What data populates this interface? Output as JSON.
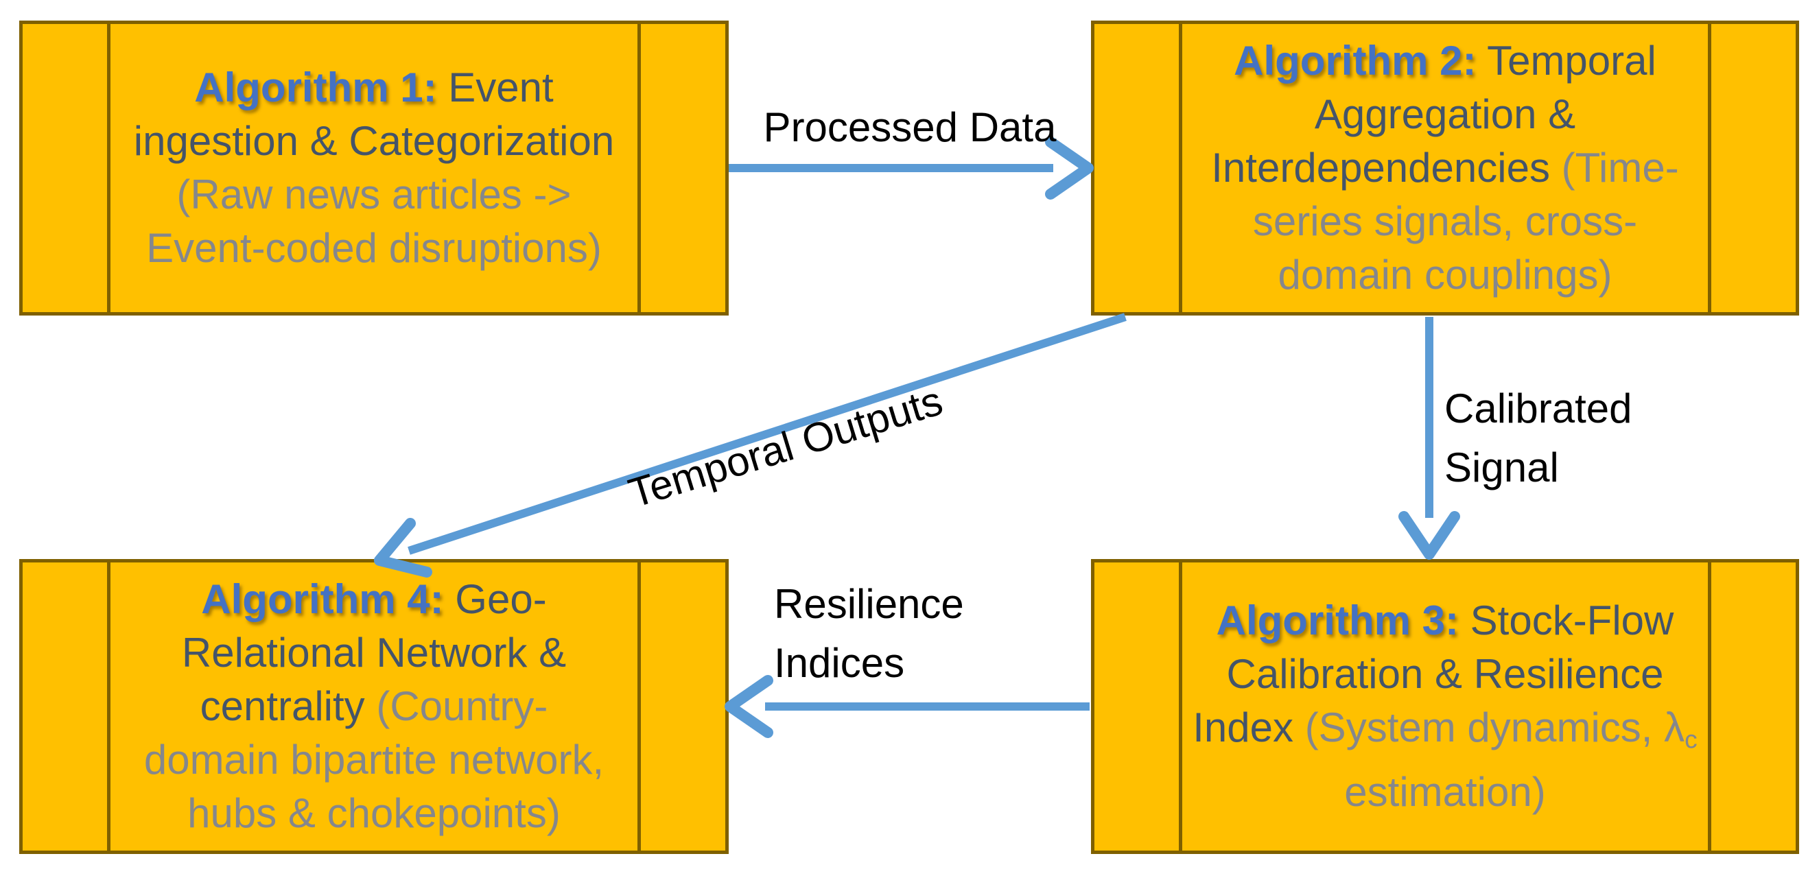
{
  "diagram": {
    "boxes": {
      "box1": {
        "title": "Algorithm 1:",
        "title_rest": " Event",
        "line2": "ingestion & Categorization",
        "line3": "(Raw news articles ->",
        "line4": "Event-coded disruptions)"
      },
      "box2": {
        "title": "Algorithm 2:",
        "title_rest": " Temporal",
        "line2": "Aggregation &",
        "line3_dark": "Interdependencies ",
        "line3_gray": "(Time-",
        "line4": "series signals, cross-",
        "line5": "domain couplings)"
      },
      "box3": {
        "title": "Algorithm 3:",
        "title_rest": " Stock-Flow",
        "line2": "Calibration & Resilience",
        "line3_dark": "Index ",
        "line3_gray": "(System dynamics, λ",
        "line3_sub": "c",
        "line4": "estimation)"
      },
      "box4": {
        "title": "Algorithm 4:",
        "title_rest": " Geo-",
        "line2": "Relational Network &",
        "line3_dark": "centrality ",
        "line3_gray": "(Country-",
        "line4": "domain bipartite network,",
        "line5": "hubs & chokepoints)"
      }
    },
    "arrows": {
      "processed_data": "Processed Data",
      "temporal_outputs": "Temporal Outputs",
      "calibrated_line1": "Calibrated",
      "calibrated_line2": "Signal",
      "resilience_line1": "Resilience",
      "resilience_line2": "Indices"
    },
    "colors": {
      "box_fill": "#FFC000",
      "box_border": "#7F6000",
      "algorithm_blue": "#4472C4",
      "body_dark": "#44546A",
      "body_gray": "#85878C",
      "arrow_blue": "#5B9BD5",
      "label_black": "#000000"
    }
  }
}
